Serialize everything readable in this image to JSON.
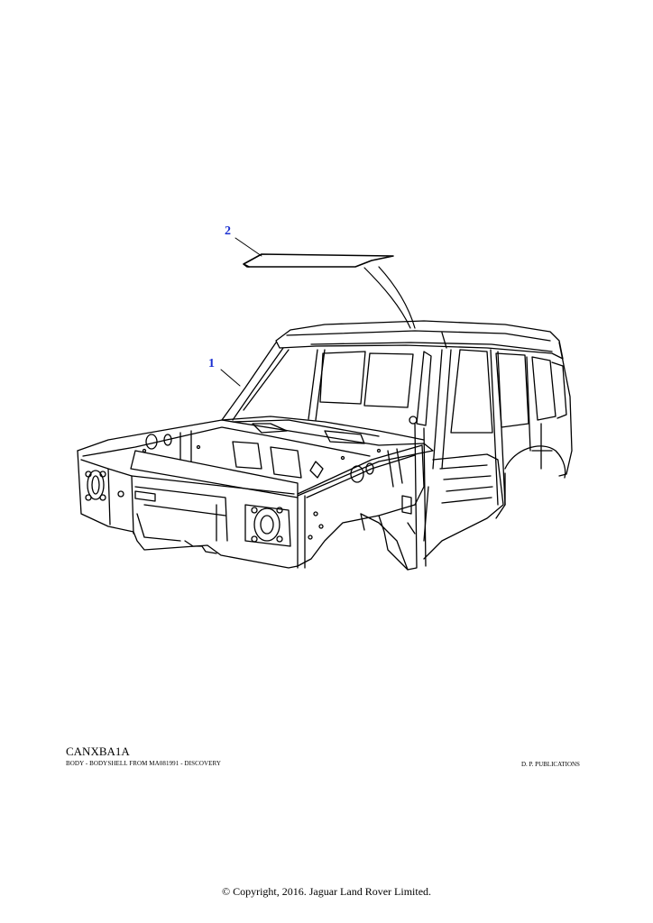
{
  "callouts": {
    "item1": "1",
    "item2": "2"
  },
  "footer": {
    "illustration_code": "CANXBA1A",
    "caption": "BODY - BODYSHELL FROM MA081991 - DISCOVERY",
    "publisher": "D. P. PUBLICATIONS",
    "copyright": "© Copyright, 2016. Jaguar Land Rover Limited."
  },
  "colors": {
    "callout": "#1a2fd1",
    "line": "#000000"
  }
}
